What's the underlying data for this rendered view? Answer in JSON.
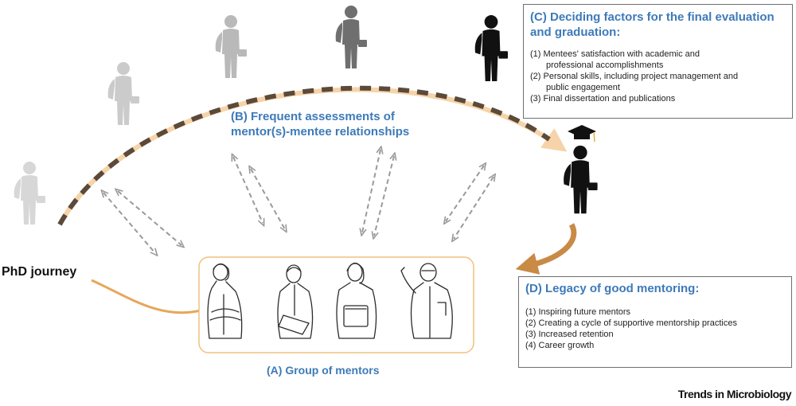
{
  "labels": {
    "phd_journey": "PhD journey",
    "assessments": "(B) Frequent assessments of mentor(s)-mentee relationships",
    "mentors_group": "(A) Group of mentors",
    "source": "Trends in Microbiology"
  },
  "box_c": {
    "title": "(C) Deciding factors for the final evaluation and graduation:",
    "items": [
      "(1) Mentees' satisfaction with academic and",
      "professional accomplishments",
      "(2) Personal skills, including project management and",
      "public engagement",
      "(3) Final dissertation and publications"
    ]
  },
  "box_d": {
    "title": "(D) Legacy of good mentoring:",
    "items": [
      "(1) Inspiring future mentors",
      "(2) Creating a cycle of supportive mentorship practices",
      "(3) Increased retention",
      "(4) Career growth"
    ]
  },
  "colors": {
    "title_blue": "#3d7ab8",
    "path_brown": "#5b4a3a",
    "path_peach": "#f6d3a8",
    "orange_line": "#e6a75a",
    "orange_arrow": "#c98a45",
    "gray_arrow": "#9a9a9a",
    "mentor_box_border": "#f0c27f"
  },
  "icons": {
    "student": "student-with-backpack-icon",
    "graduate": "graduate-cap-icon",
    "mentor": "mentor-illustration-icon"
  }
}
